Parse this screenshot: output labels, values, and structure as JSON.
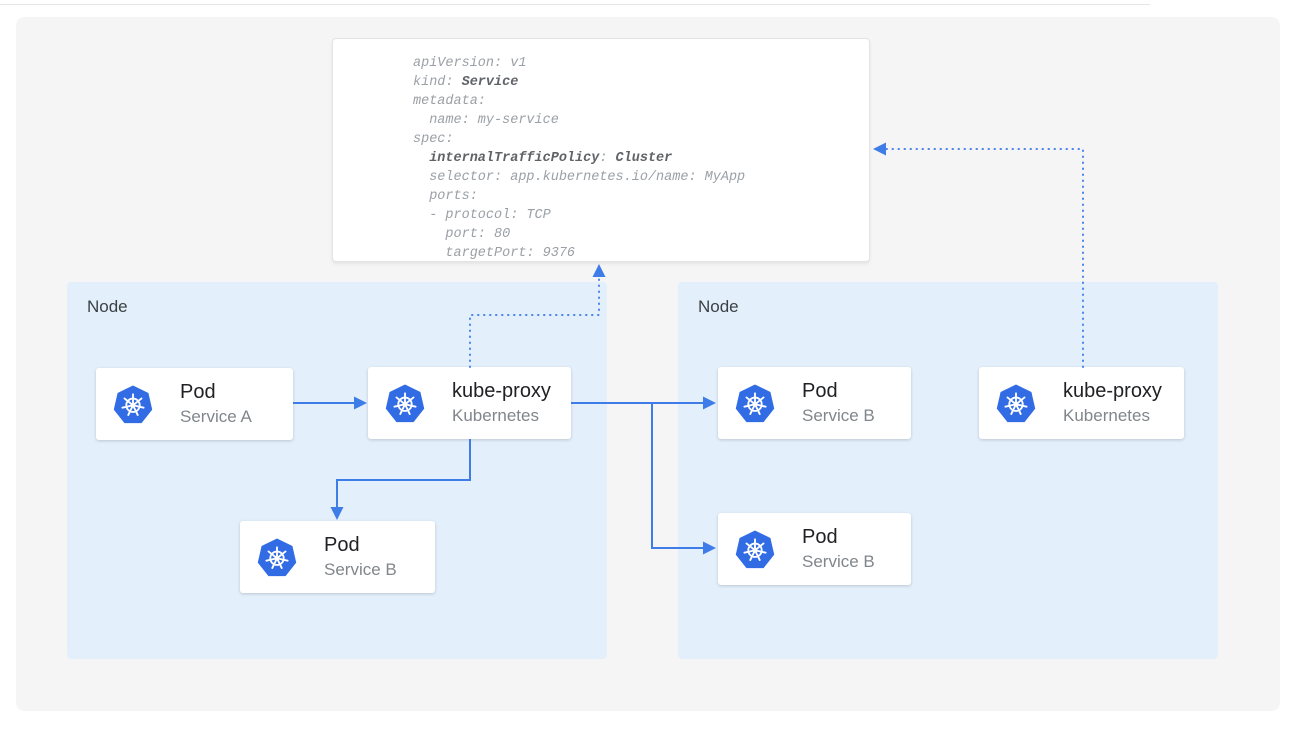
{
  "colors": {
    "page_bg": "#ffffff",
    "panel_bg": "#f5f5f6",
    "node_bg": "#e3f0fc",
    "solid_line_blue": "#3e7de7",
    "dotted_line_blue": "#4b83ea",
    "kubernetes_brand_blue": "#326ce5",
    "code_plain_gray": "#9aa0a6",
    "code_bold_gray": "#5f6368",
    "title_text": "#202124",
    "subtitle_text": "#80868b",
    "node_label_text": "#3c4043"
  },
  "yaml": {
    "lines": [
      [
        {
          "t": "apiVersion: v1"
        }
      ],
      [
        {
          "t": "kind: "
        },
        {
          "t": "Service"
        }
      ],
      [
        {
          "t": "metadata:"
        }
      ],
      [
        {
          "t": "  name: my-service"
        }
      ],
      [
        {
          "t": "spec:"
        }
      ],
      [
        {
          "t": "  "
        },
        {
          "t": "internalTrafficPolicy"
        },
        {
          "t": ": "
        },
        {
          "t": "Cluster"
        }
      ],
      [
        {
          "t": "  selector: app.kubernetes.io/name: MyApp"
        }
      ],
      [
        {
          "t": "  ports:"
        }
      ],
      [
        {
          "t": "  - protocol: TCP"
        }
      ],
      [
        {
          "t": "    port: 80"
        }
      ],
      [
        {
          "t": "    targetPort: 9376"
        }
      ]
    ]
  },
  "nodes": [
    {
      "label": "Node"
    },
    {
      "label": "Node"
    }
  ],
  "cards": [
    {
      "id": "pod-service-a",
      "title": "Pod",
      "subtitle": "Service A",
      "icon": "kubernetes-logo"
    },
    {
      "id": "kube-proxy-left",
      "title": "kube-proxy",
      "subtitle": "Kubernetes",
      "icon": "kubernetes-logo"
    },
    {
      "id": "pod-service-b-left",
      "title": "Pod",
      "subtitle": "Service B",
      "icon": "kubernetes-logo"
    },
    {
      "id": "pod-service-b-right-top",
      "title": "Pod",
      "subtitle": "Service B",
      "icon": "kubernetes-logo"
    },
    {
      "id": "pod-service-b-right-bottom",
      "title": "Pod",
      "subtitle": "Service B",
      "icon": "kubernetes-logo"
    },
    {
      "id": "kube-proxy-right",
      "title": "kube-proxy",
      "subtitle": "Kubernetes",
      "icon": "kubernetes-logo"
    }
  ],
  "connectors": [
    {
      "from": "pod-service-a",
      "to": "kube-proxy-left",
      "style": "solid-arrow"
    },
    {
      "from": "kube-proxy-left",
      "to": "pod-service-b-right-top",
      "style": "solid-arrow"
    },
    {
      "from": "kube-proxy-left",
      "to": "pod-service-b-right-bottom",
      "style": "solid-arrow"
    },
    {
      "from": "kube-proxy-left",
      "to": "pod-service-b-left",
      "style": "solid-arrow"
    },
    {
      "from": "kube-proxy-left",
      "to": "service-yaml-card",
      "style": "dotted-arrow"
    },
    {
      "from": "kube-proxy-right",
      "to": "service-yaml-card",
      "style": "dotted-arrow"
    }
  ]
}
